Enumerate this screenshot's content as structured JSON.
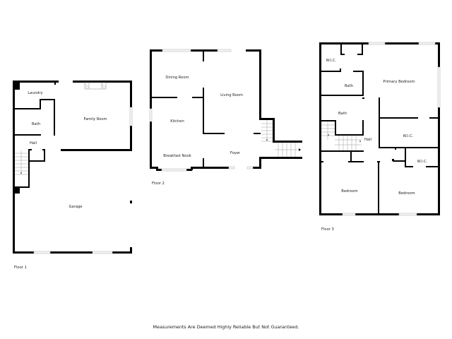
{
  "floors": [
    {
      "name": "Floor 1",
      "rooms": {
        "laundry": "Laundry",
        "bath": "Bath",
        "hall": "Hall",
        "family_room": "Family Room",
        "garage": "Garage"
      }
    },
    {
      "name": "Floor 2",
      "rooms": {
        "dining_room": "Dining Room",
        "living_room": "Living Room",
        "kitchen": "Kitchen",
        "breakfast_nook": "Breakfast Nook",
        "foyer": "Foyer"
      }
    },
    {
      "name": "Floor 3",
      "rooms": {
        "wic_1": "W.I.C.",
        "bath_1": "Bath",
        "bath_2": "Bath",
        "primary_bedroom": "Primary Bedroom",
        "hall": "Hall",
        "wic_2": "W.I.C.",
        "wic_3": "W.I.C.",
        "bedroom_1": "Bedroom",
        "bedroom_2": "Bedroom"
      }
    }
  ],
  "disclaimer": "Measurements Are Deemed Highly Reliable But Not Guaranteed.",
  "colors": {
    "wall": "#000000",
    "window": "#f4f4f4",
    "background": "#ffffff"
  }
}
